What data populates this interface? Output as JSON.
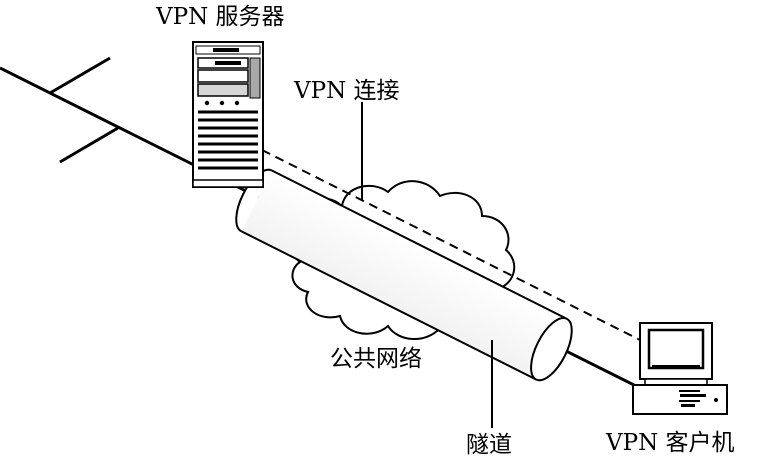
{
  "labels": {
    "server": "VPN 服务器",
    "connection": "VPN 连接",
    "public_network": "公共网络",
    "tunnel": "隧道",
    "client": "VPN 客户机"
  },
  "colors": {
    "stroke": "#000000",
    "background": "#ffffff",
    "server_panel": "#cfcfcf",
    "server_panel_dark": "#a9a9a9"
  }
}
